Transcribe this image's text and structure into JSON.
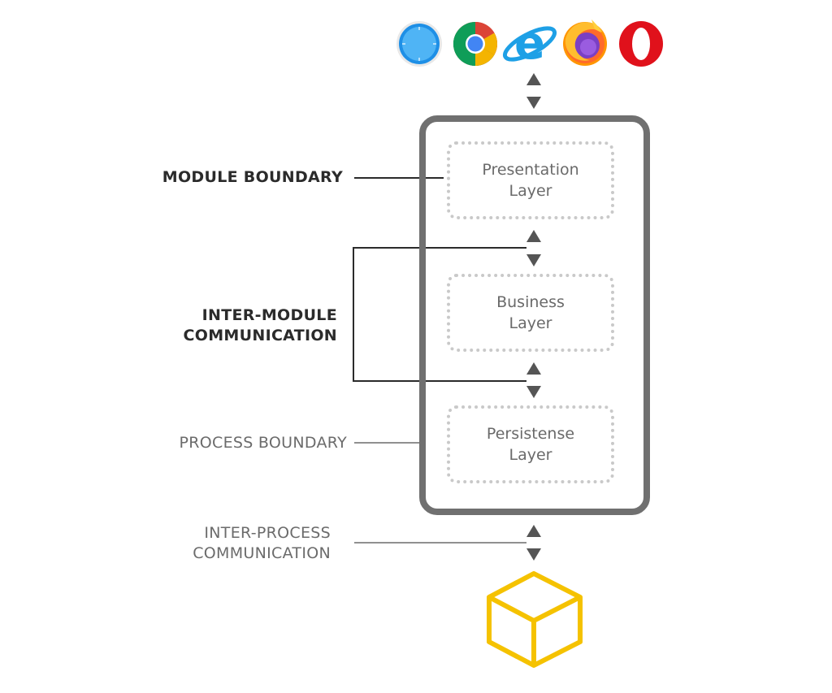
{
  "browsers": [
    "safari-icon",
    "chrome-icon",
    "internet-explorer-icon",
    "firefox-icon",
    "opera-icon"
  ],
  "labels": {
    "module_boundary": "MODULE BOUNDARY",
    "inter_module_1": "INTER-MODULE",
    "inter_module_2": "COMMUNICATION",
    "process_boundary": "PROCESS BOUNDARY",
    "inter_process_1": "INTER-PROCESS",
    "inter_process_2": "COMMUNICATION"
  },
  "layers": [
    {
      "line1": "Presentation",
      "line2": "Layer"
    },
    {
      "line1": "Business",
      "line2": "Layer"
    },
    {
      "line1": "Persistense",
      "line2": "Layer"
    }
  ],
  "colors": {
    "border_dark": "#707070",
    "dotted": "#c9c9c9",
    "arrow": "#555555",
    "database_box": "#f5c200"
  },
  "icons": {
    "database": "box-icon"
  }
}
